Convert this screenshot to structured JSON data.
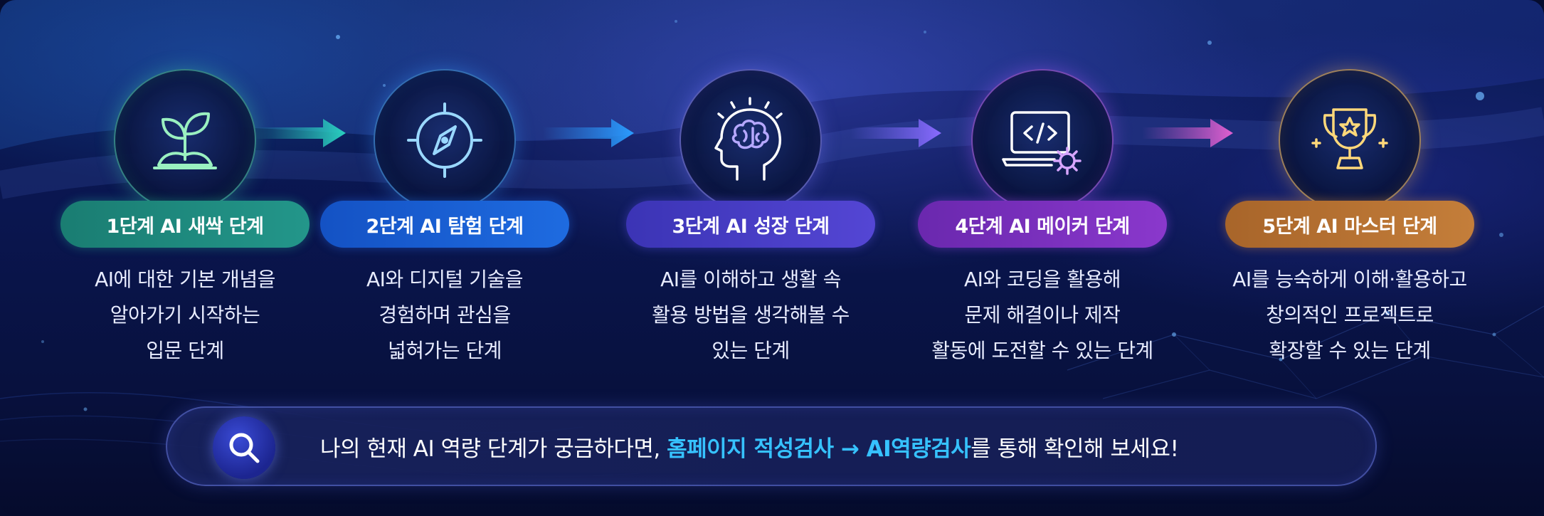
{
  "steps": [
    {
      "title": "1단계 AI 새싹 단계",
      "desc": [
        "AI에 대한 기본 개념을",
        "알아가기 시작하는",
        "입문 단계"
      ],
      "icon": "sprout-icon",
      "color": "#1f8a7a"
    },
    {
      "title": "2단계 AI 탐험 단계",
      "desc": [
        "AI와 디지털 기술을",
        "경험하며 관심을",
        "넓혀가는 단계"
      ],
      "icon": "compass-icon",
      "color": "#1a5fd0"
    },
    {
      "title": "3단계 AI 성장 단계",
      "desc": [
        "AI를 이해하고 생활 속",
        "활용 방법을 생각해볼 수",
        "있는 단계"
      ],
      "icon": "head-brain-icon",
      "color": "#4c3fc4"
    },
    {
      "title": "4단계 AI 메이커 단계",
      "desc": [
        "AI와 코딩을 활용해",
        "문제 해결이나 제작",
        "활동에 도전할 수 있는 단계"
      ],
      "icon": "laptop-code-gear-icon",
      "color": "#7a2fbf"
    },
    {
      "title": "5단계 AI 마스터 단계",
      "desc": [
        "AI를 능숙하게 이해·활용하고",
        "창의적인 프로젝트로",
        "확장할 수 있는 단계"
      ],
      "icon": "trophy-icon",
      "color": "#b5702f"
    }
  ],
  "banner": {
    "icon": "search-icon",
    "text_before": "나의 현재 AI 역량 단계가 궁금하다면, ",
    "highlight": "홈페이지 적성검사 → AI역량검사",
    "text_after": "를 통해 확인해 보세요!",
    "highlight_color": "#36c2ff"
  }
}
